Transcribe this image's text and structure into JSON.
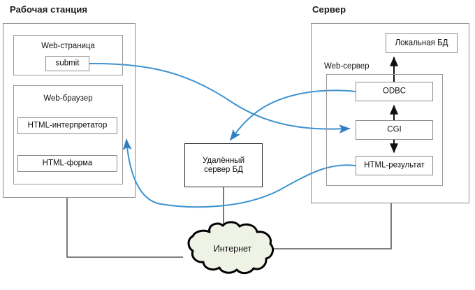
{
  "diagram": {
    "title_left": "Рабочая станция",
    "title_right": "Сервер",
    "accent_blue": "#3d93d1",
    "wire_gray": "#595959",
    "box_gray": "#8c8c8c",
    "cloud_fill": "#eff3e5",
    "cloud_stroke": "#000000"
  },
  "workstation": {
    "label": "Рабочая станция",
    "web_page": {
      "label": "Web-страница",
      "submit_button": "submit"
    },
    "web_browser": {
      "label": "Web-браузер",
      "html_interpreter": "HTML-интерпретатор",
      "html_form": "HTML-форма"
    }
  },
  "server": {
    "label": "Сервер",
    "local_db": "Локальная БД",
    "web_server": {
      "label": "Web-сервер",
      "odbc": "ODBC",
      "cgi": "CGI",
      "html_result": "HTML-результат"
    }
  },
  "remote_db": {
    "line1": "Удалённый",
    "line2": "сервер БД"
  },
  "internet": {
    "label": "Интернет"
  },
  "connections": [
    {
      "name": "submit-to-cgi",
      "from": "submit",
      "to": "CGI",
      "style": "blue-curve"
    },
    {
      "name": "odbc-to-remote-db",
      "from": "ODBC",
      "to": "Удалённый сервер БД",
      "style": "blue-curve"
    },
    {
      "name": "html-result-to-interpreter",
      "from": "HTML-результат",
      "to": "HTML-интерпретатор",
      "style": "blue-curve"
    },
    {
      "name": "cgi-to-odbc",
      "from": "CGI",
      "to": "ODBC",
      "style": "black-arrow"
    },
    {
      "name": "odbc-to-local-db",
      "from": "ODBC",
      "to": "Локальная БД",
      "style": "black-arrow"
    },
    {
      "name": "cgi-to-html-result",
      "from": "CGI",
      "to": "HTML-результат",
      "style": "black-arrow"
    },
    {
      "name": "workstation-to-internet",
      "from": "Рабочая станция",
      "to": "Интернет",
      "style": "gray-line"
    },
    {
      "name": "server-to-internet",
      "from": "Сервер",
      "to": "Интернет",
      "style": "gray-line"
    },
    {
      "name": "remote-db-to-internet",
      "from": "Удалённый сервер БД",
      "to": "Интернет",
      "style": "gray-line"
    }
  ]
}
